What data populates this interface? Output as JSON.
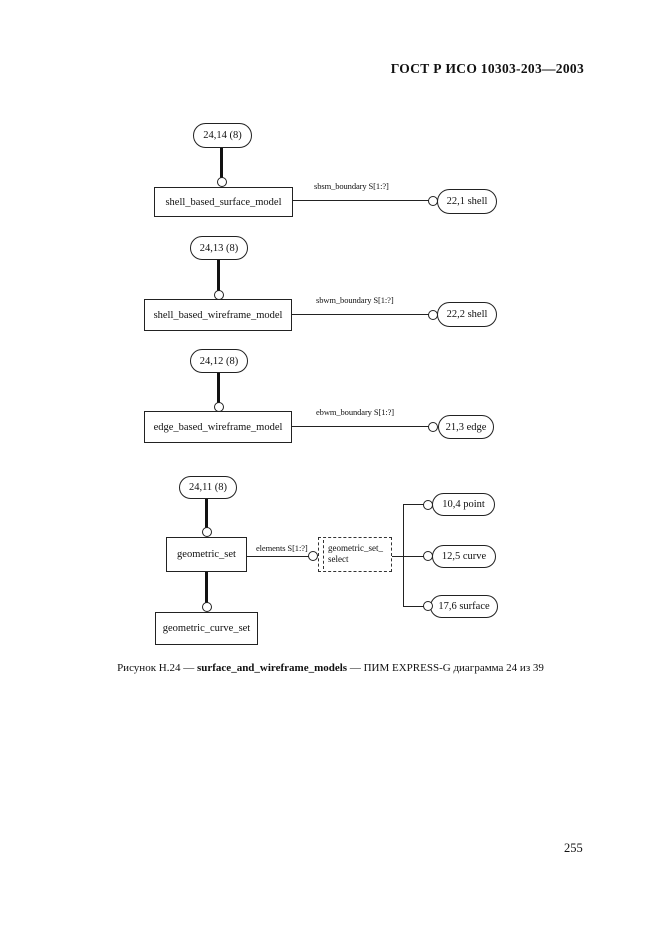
{
  "page": {
    "header": "ГОСТ Р ИСО 10303-203—2003",
    "number": "255"
  },
  "caption": {
    "prefix": "Рисунок Н.24 — ",
    "bold": "surface_and_wireframe_models",
    "suffix": " — ПИМ EXPRESS-G диаграмма 24 из 39"
  },
  "diagram": {
    "s1": {
      "page_ref": "24,14 (8)",
      "entity": "shell_based_surface_model",
      "attr": "sbsm_boundary S[1:?]",
      "target": "22,1 shell"
    },
    "s2": {
      "page_ref": "24,13 (8)",
      "entity": "shell_based_wireframe_model",
      "attr": "sbwm_boundary S[1:?]",
      "target": "22,2 shell"
    },
    "s3": {
      "page_ref": "24,12 (8)",
      "entity": "edge_based_wireframe_model",
      "attr": "ebwm_boundary S[1:?]",
      "target": "21,3 edge"
    },
    "s4": {
      "page_ref": "24,11 (8)",
      "entity": "geometric_set",
      "attr": "elements S[1:?]",
      "select_line1": "geometric_set_",
      "select_line2": "select",
      "target_point": "10,4 point",
      "target_curve": "12,5 curve",
      "target_surface": "17,6 surface",
      "sub_entity": "geometric_curve_set"
    }
  }
}
